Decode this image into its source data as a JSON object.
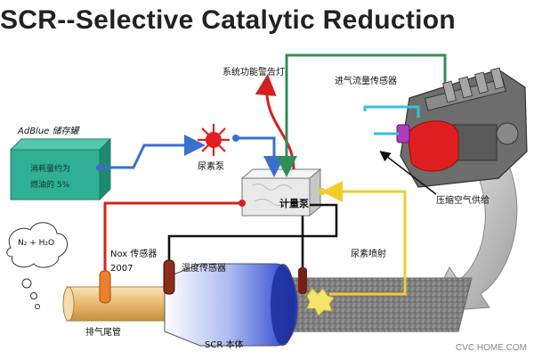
{
  "title": "SCR--Selective Catalytic Reduction",
  "labels": {
    "adblue_tank": "AdBlue 储存罐",
    "consumption_line1": "消耗量约为",
    "consumption_line2": "燃油的 5%",
    "urea_pump": "尿素泵",
    "metering_pump": "计量泵",
    "warning_lamp": "系统功能警告灯",
    "intake_sensor": "进气流量传感器",
    "compressed_air": "压缩空气供给",
    "nox_sensor": "Nox 传感器",
    "nox_year": "2007",
    "temp_sensor": "温度传感器",
    "urea_injection": "尿素喷射",
    "tailpipe": "排气尾管",
    "scr_body": "SCR 本体",
    "n2_h2o": "N₂ + H₂O",
    "watermark": "CVC HOME.COM"
  },
  "colors": {
    "blue_line": "#3a6fd0",
    "red_line": "#d42020",
    "yellow_line": "#f2cc2a",
    "green_line": "#2f8f5a",
    "cyan_line": "#33c2d8",
    "black_line": "#111111",
    "tank_fill": "#2fb092",
    "engine_red": "#e02020"
  }
}
